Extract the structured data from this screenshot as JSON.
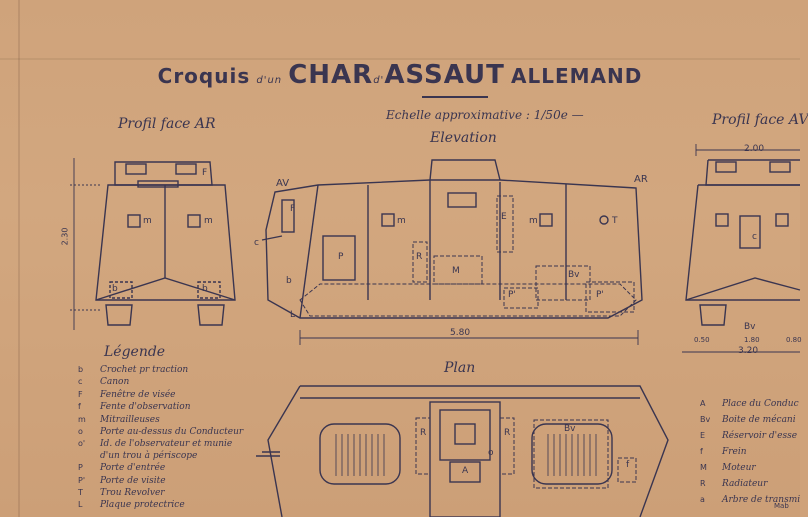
{
  "title": {
    "w1": "Croquis",
    "w2": "d'un",
    "w3": "CHAR",
    "w4": "d'",
    "w5": "ASSAUT",
    "w6": "ALLEMAND"
  },
  "scale": {
    "label": "Echelle approximative :",
    "value": "1/50e"
  },
  "views": {
    "rear_left": "Profil face AR",
    "elevation": "Elevation",
    "rear_right": "Profil face AV",
    "plan": "Plan"
  },
  "elevation_labels": {
    "front": "AV",
    "rear": "AR"
  },
  "dimensions": {
    "length": "5.80",
    "width_top": "2.00",
    "width_bottom": "3.20",
    "height": "2.30",
    "d1": "0.50",
    "d2": "1.80",
    "d3": "0.80"
  },
  "part_labels": {
    "F": "F",
    "m": "m",
    "P": "P",
    "M": "M",
    "E": "E",
    "R": "R",
    "T": "T",
    "c": "c",
    "b": "b",
    "Bv": "Bv",
    "pp": "P'",
    "A": "A",
    "L": "L",
    "f": "f",
    "o": "o"
  },
  "legend_title": "Légende",
  "legend_left": [
    {
      "key": "b",
      "text": "Crochet pr traction"
    },
    {
      "key": "c",
      "text": "Canon"
    },
    {
      "key": "F",
      "text": "Fenêtre de visée"
    },
    {
      "key": "f",
      "text": "Fente d'observation"
    },
    {
      "key": "m",
      "text": "Mitrailleuses"
    },
    {
      "key": "o",
      "text": "Porte au-dessus du Conducteur"
    },
    {
      "key": "o'",
      "text": "Id. de l'observateur et munie"
    },
    {
      "key": "",
      "text": "d'un trou à périscope"
    },
    {
      "key": "P",
      "text": "Porte d'entrée"
    },
    {
      "key": "P'",
      "text": "Porte de visite"
    },
    {
      "key": "T",
      "text": "Trou Revolver"
    },
    {
      "key": "L",
      "text": "Plaque protectrice"
    }
  ],
  "legend_right": [
    {
      "key": "A",
      "text": "Place du Conduc"
    },
    {
      "key": "Bv",
      "text": "Boite de mécani"
    },
    {
      "key": "E",
      "text": "Réservoir d'esse"
    },
    {
      "key": "f",
      "text": "Frein"
    },
    {
      "key": "M",
      "text": "Moteur"
    },
    {
      "key": "R",
      "text": "Radiateur"
    },
    {
      "key": "a",
      "text": "Arbre de transmi"
    }
  ],
  "legend_right_tail": "Mab"
}
